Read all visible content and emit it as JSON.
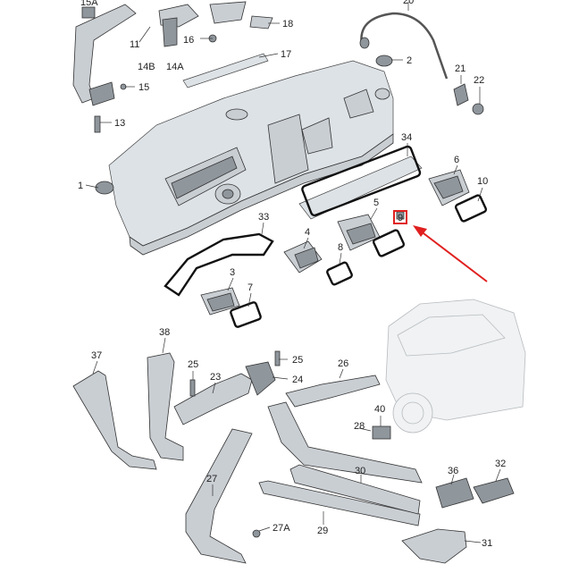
{
  "diagram": {
    "highlighted_part": "9",
    "highlight_color": "#e02020",
    "callouts": [
      "15A",
      "11",
      "14B",
      "14A",
      "16",
      "18",
      "17",
      "15",
      "13",
      "1",
      "20",
      "2",
      "21",
      "22",
      "34",
      "6",
      "10",
      "9",
      "5",
      "8",
      "4",
      "33",
      "3",
      "7",
      "38",
      "37",
      "25",
      "24",
      "26",
      "23",
      "40",
      "28",
      "27",
      "27A",
      "29",
      "30",
      "36",
      "32",
      "31"
    ]
  }
}
